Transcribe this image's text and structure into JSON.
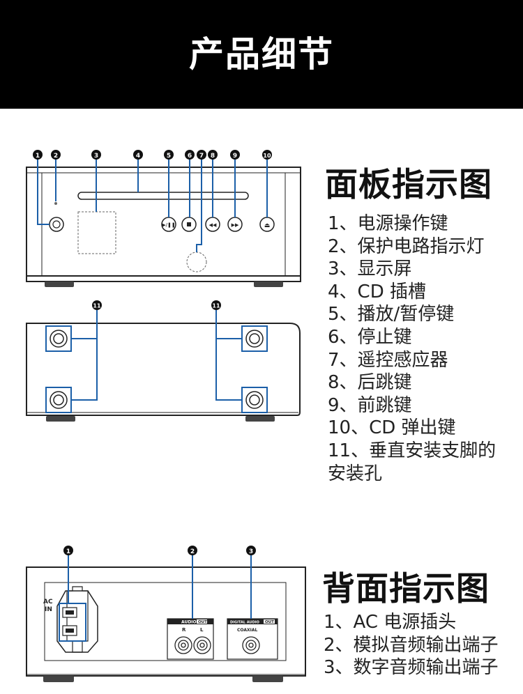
{
  "header": {
    "title": "产品细节"
  },
  "front": {
    "title": "面板指示图",
    "markers": [
      "1",
      "2",
      "3",
      "4",
      "5",
      "6",
      "7",
      "8",
      "9",
      "10",
      "11",
      "11"
    ],
    "items": [
      "1、电源操作键",
      "2、保护电路指示灯",
      "3、显示屏",
      "4、CD 插槽",
      "5、播放/暂停键",
      "6、停止键",
      "7、遥控感应器",
      "8、后跳键",
      "9、前跳键",
      "10、CD 弹出键",
      "11、垂直安装支脚的",
      "安装孔"
    ]
  },
  "rear": {
    "title": "背面指示图",
    "markers": [
      "1",
      "2",
      "3"
    ],
    "labels": {
      "ac_line1": "AC",
      "ac_line2": "IN",
      "audio": "AUDIO",
      "audio_out": "OUT",
      "r": "R",
      "l": "L",
      "digital_audio": "DIGITAL AUDIO",
      "digital_out": "OUT",
      "coaxial": "COAXIAL"
    },
    "items": [
      "1、AC 电源插头",
      "2、模拟音频输出端子",
      "3、数字音频输出端子"
    ]
  },
  "colors": {
    "callout": "#1b5fa8",
    "header_bg": "#000000",
    "outline": "#222222"
  }
}
